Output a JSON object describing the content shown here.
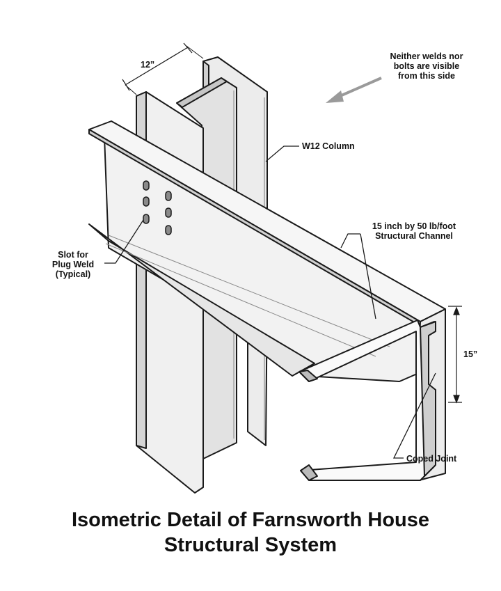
{
  "diagram": {
    "title_line1": "Isometric Detail of Farnsworth House",
    "title_line2": "Structural System",
    "labels": {
      "column_width": "12”",
      "note_line1": "Neither welds nor",
      "note_line2": "bolts are visible",
      "note_line3": "from this side",
      "column": "W12 Column",
      "channel_line1": "15 inch by 50 lb/foot",
      "channel_line2": "Structural Channel",
      "slot_line1": "Slot for",
      "slot_line2": "Plug Weld",
      "slot_line3": "(Typical)",
      "channel_depth": "15”",
      "coped_joint": "Coped Joint"
    }
  },
  "colors": {
    "steel_face": "#efefef",
    "steel_shadow": "#cfcfcf",
    "edge": "#1a1a1a",
    "arrow_gray": "#9a9a9a"
  }
}
